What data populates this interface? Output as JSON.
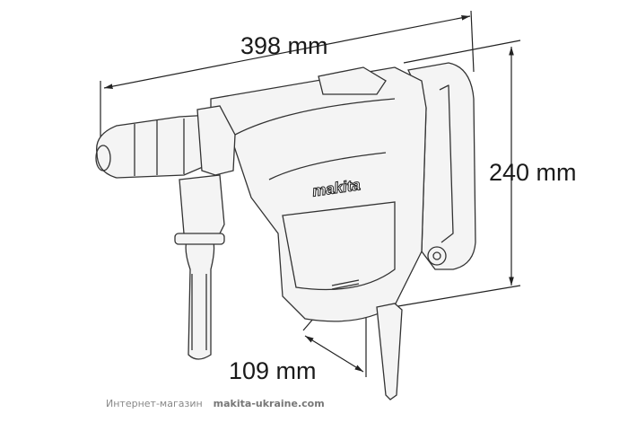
{
  "dimensions": {
    "length": "398 mm",
    "height": "240 mm",
    "center": "109 mm"
  },
  "logo": "makita",
  "watermark": {
    "shop": "Интернет-магазин",
    "site": "makita-ukraine.com"
  }
}
